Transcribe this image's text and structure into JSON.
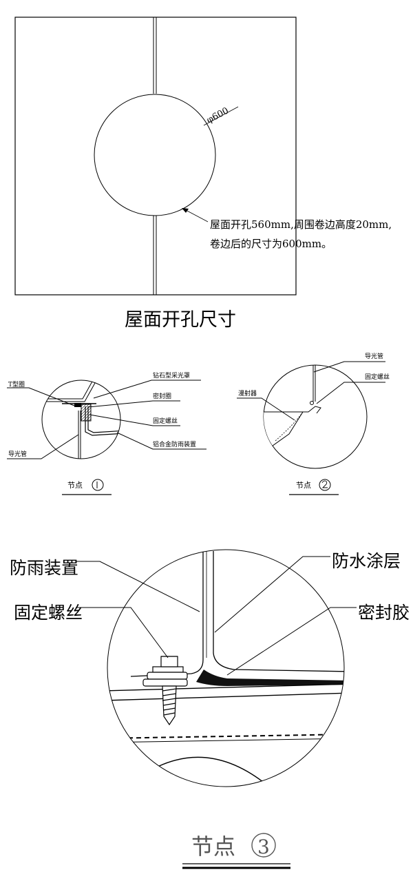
{
  "panel1": {
    "dimension_label": "φ600",
    "annotation_line1": "屋面开孔560mm,周围卷边高度20mm,",
    "annotation_line2": "卷边后的尺寸为600mm。",
    "title": "屋面开孔尺寸"
  },
  "node1": {
    "labels": {
      "t_ring": "T型圈",
      "light_guide": "导光管",
      "diamond_cover": "钻石型采光罩",
      "seal_ring": "密封圈",
      "fix_screw": "固定螺丝",
      "rain_device": "铝合金防雨装置"
    },
    "caption_text": "节点",
    "caption_number": "①"
  },
  "node2": {
    "labels": {
      "light_guide": "导光管",
      "fix_screw": "固定螺丝",
      "diffuser": "漫射器"
    },
    "caption_text": "节点",
    "caption_number": "②"
  },
  "node3": {
    "labels": {
      "rain_device": "防雨装置",
      "fix_screw": "固定螺丝",
      "waterproof_coat": "防水涂层",
      "sealant": "密封胶"
    },
    "caption_text": "节点",
    "caption_number": "3"
  }
}
